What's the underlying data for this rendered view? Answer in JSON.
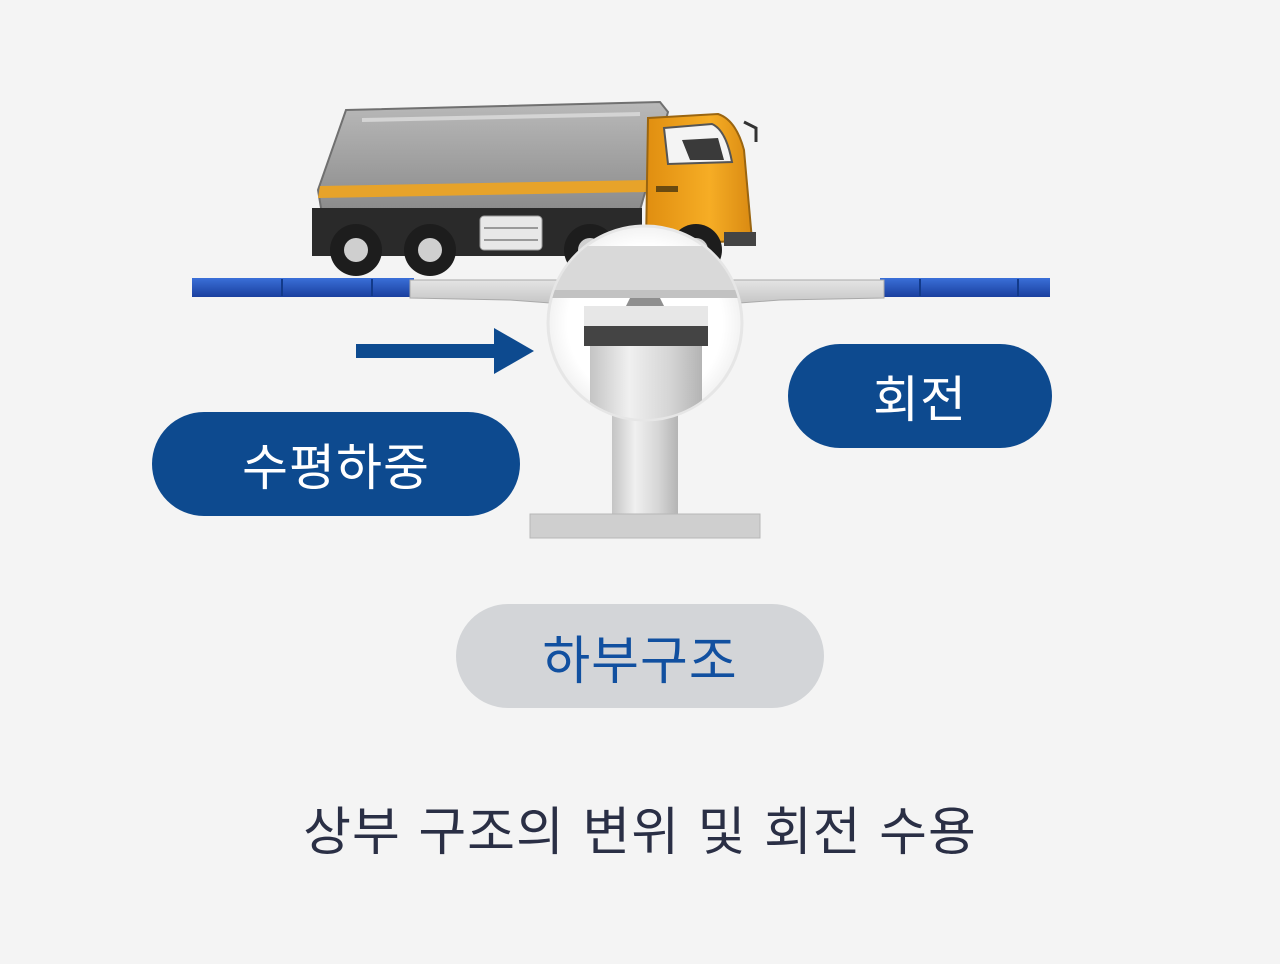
{
  "labels": {
    "horizontal_load": "수평하중",
    "rotation": "회전",
    "substructure": "하부구조"
  },
  "caption": "상부 구조의 변위 및 회전 수용",
  "colors": {
    "background": "#f4f4f4",
    "navy": "#0d4a8f",
    "deck_blue": "#1e4fb5",
    "gray_pill": "#d3d5d8",
    "truck_cab": "#f0a11d",
    "caption_text": "#2a2f45"
  },
  "icons": {
    "vehicle": "dump-truck",
    "direction": "arrow-right"
  }
}
